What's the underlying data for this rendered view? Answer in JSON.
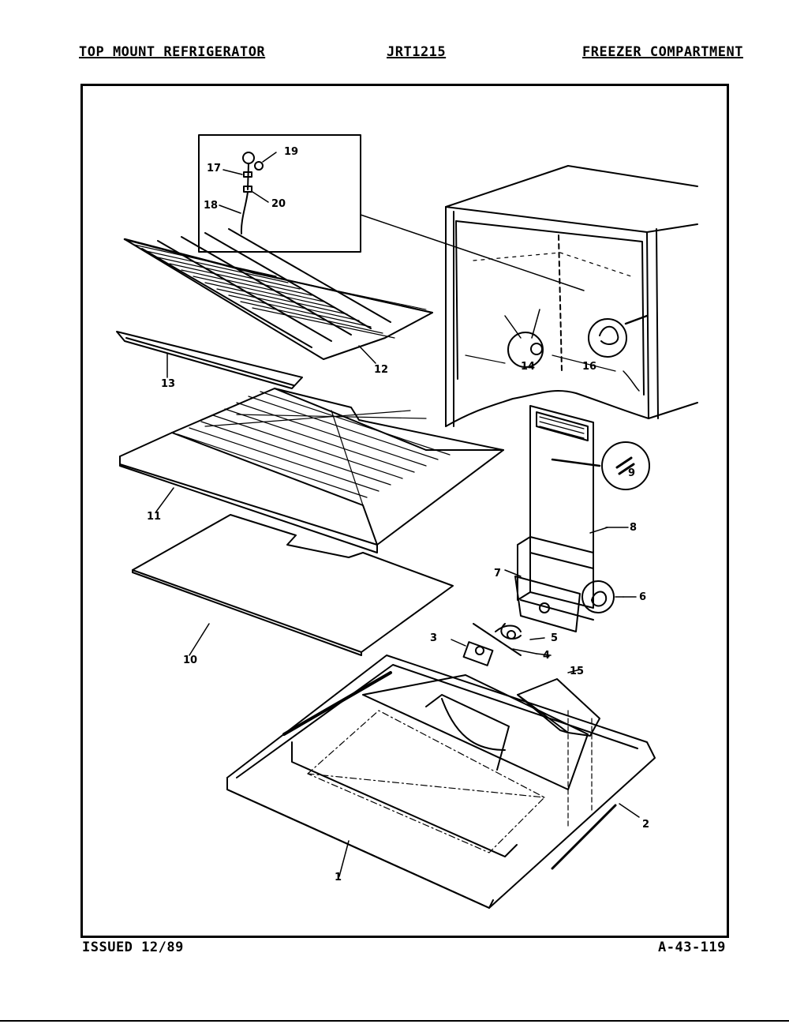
{
  "header": {
    "left": "TOP MOUNT REFRIGERATOR",
    "center": "JRT1215",
    "right": "FREEZER COMPARTMENT"
  },
  "footer": {
    "left": "ISSUED 12/89",
    "right": "A-43-119"
  },
  "callouts": [
    {
      "id": "1",
      "label": "1"
    },
    {
      "id": "2",
      "label": "2"
    },
    {
      "id": "3",
      "label": "3"
    },
    {
      "id": "4",
      "label": "4"
    },
    {
      "id": "5",
      "label": "5"
    },
    {
      "id": "6",
      "label": "6"
    },
    {
      "id": "7",
      "label": "7"
    },
    {
      "id": "8",
      "label": "8"
    },
    {
      "id": "9",
      "label": "9"
    },
    {
      "id": "10",
      "label": "10"
    },
    {
      "id": "11",
      "label": "11"
    },
    {
      "id": "12",
      "label": "12"
    },
    {
      "id": "13",
      "label": "13"
    },
    {
      "id": "14",
      "label": "14"
    },
    {
      "id": "15",
      "label": "15"
    },
    {
      "id": "16",
      "label": "16"
    },
    {
      "id": "17",
      "label": "17"
    },
    {
      "id": "18",
      "label": "18"
    },
    {
      "id": "19",
      "label": "19"
    },
    {
      "id": "20",
      "label": "20"
    }
  ]
}
